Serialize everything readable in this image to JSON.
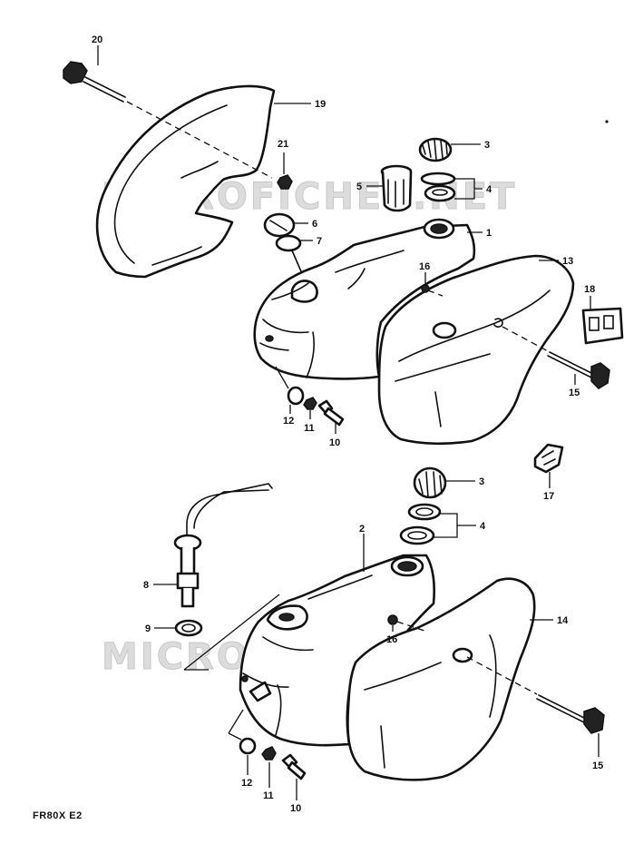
{
  "watermark": "MICROFICHES.NET",
  "model_label": "FR80X E2",
  "callouts": {
    "c20": "20",
    "c19": "19",
    "c21": "21",
    "c3a": "3",
    "c5": "5",
    "c4a": "4",
    "c6": "6",
    "c7": "7",
    "c1": "1",
    "c13": "13",
    "c16a": "16",
    "c18": "18",
    "c15a": "15",
    "c12a": "12",
    "c11a": "11",
    "c10a": "10",
    "c3b": "3",
    "c17": "17",
    "c4b": "4",
    "c2": "2",
    "c8": "8",
    "c14": "14",
    "c9": "9",
    "c16b": "16",
    "c12b": "12",
    "c11b": "11",
    "c10b": "10",
    "c15b": "15"
  },
  "colors": {
    "line": "#111111",
    "background": "#ffffff",
    "watermark": "#dcdcdc"
  }
}
